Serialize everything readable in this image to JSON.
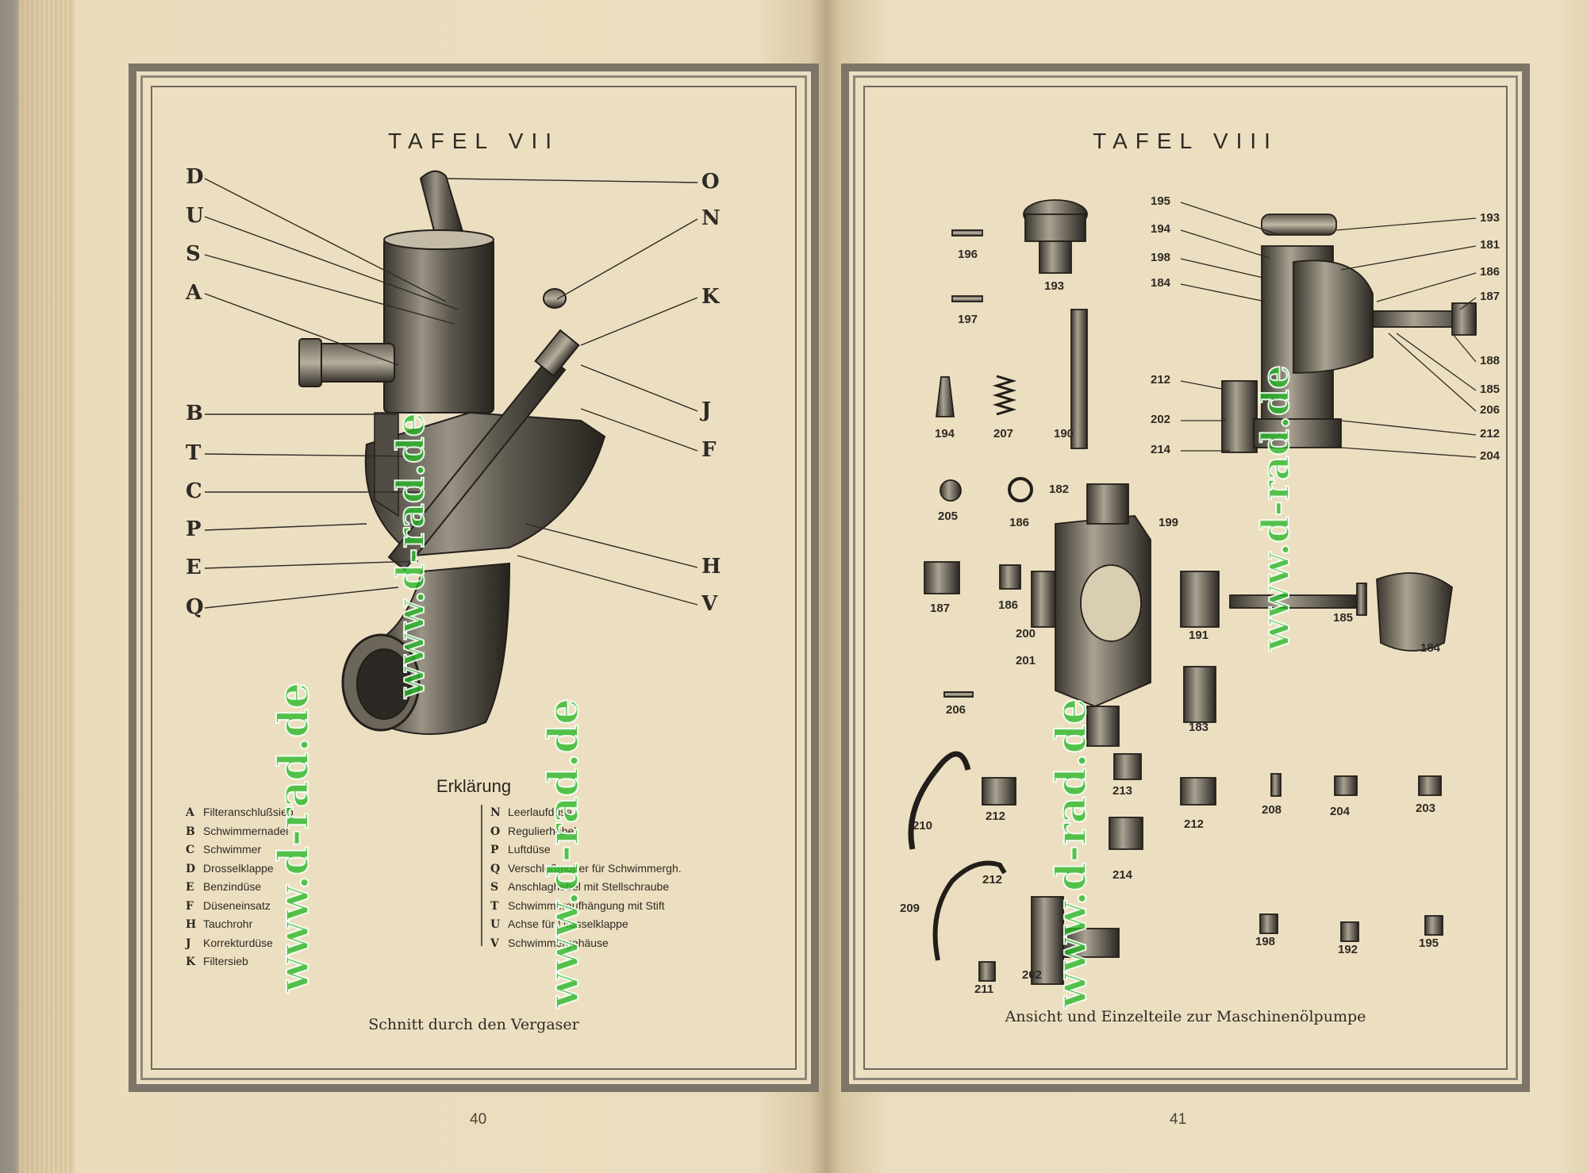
{
  "watermark": "www.d-rad.de",
  "left_page": {
    "title": "TAFEL VII",
    "caption": "Schnitt durch den Vergaser",
    "page_number": "40",
    "legend_title": "Erklärung",
    "labels_left": [
      "D",
      "U",
      "S",
      "A",
      "B",
      "T",
      "C",
      "P",
      "E",
      "Q"
    ],
    "labels_right": [
      "O",
      "N",
      "K",
      "J",
      "F",
      "H",
      "V"
    ],
    "legend_col1": [
      {
        "key": "A",
        "text": "Filteranschlußsieb"
      },
      {
        "key": "B",
        "text": "Schwimmernadel"
      },
      {
        "key": "C",
        "text": "Schwimmer"
      },
      {
        "key": "D",
        "text": "Drosselklappe"
      },
      {
        "key": "E",
        "text": "Benzindüse"
      },
      {
        "key": "F",
        "text": "Düseneinsatz"
      },
      {
        "key": "H",
        "text": "Tauchrohr"
      },
      {
        "key": "J",
        "text": "Korrekturdüse"
      },
      {
        "key": "K",
        "text": "Filtersieb"
      }
    ],
    "legend_col2": [
      {
        "key": "N",
        "text": "Leerlaufdüse"
      },
      {
        "key": "O",
        "text": "Regulierhebel"
      },
      {
        "key": "P",
        "text": "Luftdüse"
      },
      {
        "key": "Q",
        "text": "Verschlußmutter für Schwimmergh."
      },
      {
        "key": "S",
        "text": "Anschlaghebel mit Stellschraube"
      },
      {
        "key": "T",
        "text": "Schwimmeraufhängung mit Stift"
      },
      {
        "key": "U",
        "text": "Achse für Drosselklappe"
      },
      {
        "key": "V",
        "text": "Schwimmergehäuse"
      }
    ]
  },
  "right_page": {
    "title": "TAFEL VIII",
    "caption": "Ansicht und Einzelteile zur Maschinenölpumpe",
    "page_number": "41",
    "assembly_labels_left": [
      "195",
      "194",
      "198",
      "184",
      "212",
      "202",
      "214"
    ],
    "assembly_labels_right": [
      "193",
      "181",
      "186",
      "187",
      "188",
      "185",
      "206",
      "212",
      "204"
    ],
    "part_labels": [
      "196",
      "193",
      "197",
      "194",
      "207",
      "190",
      "205",
      "186",
      "182",
      "199",
      "187",
      "186",
      "191",
      "185",
      "184",
      "200",
      "201",
      "183",
      "206",
      "213",
      "210",
      "212",
      "212",
      "208",
      "204",
      "203",
      "214",
      "209",
      "212",
      "211",
      "202",
      "198",
      "192",
      "195"
    ]
  }
}
